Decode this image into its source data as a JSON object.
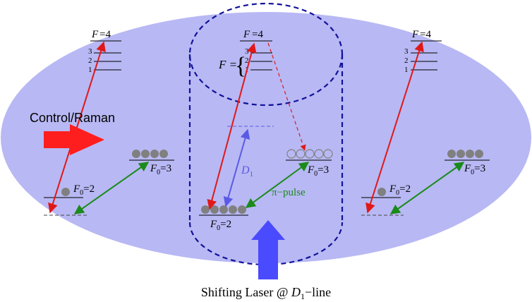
{
  "labels": {
    "f_upper": "F",
    "f_upper_eq": "=4",
    "hyperfine_3": "3",
    "hyperfine_2": "2",
    "hyperfine_1": "1",
    "f_brace_label": "F =",
    "brace": "{",
    "f0_var": "F",
    "f0_sub": "0",
    "f0_eq2": "=2",
    "f0_eq3": "=3",
    "d1_var": "D",
    "d1_sub": "1",
    "pi_pulse": "π−pulse",
    "control_raman": "Control/Raman",
    "shifting_prefix": "Shifting Laser @ ",
    "shifting_var": "D",
    "shifting_sub": "1",
    "shifting_suffix": "−line"
  },
  "colors": {
    "ellipse_fill": "#b8b8f4",
    "dash_blue": "#12129a",
    "red": "#e01818",
    "green": "#1a8a1a",
    "d1_blue": "#5a5ae6",
    "atom_gray": "#808080"
  }
}
